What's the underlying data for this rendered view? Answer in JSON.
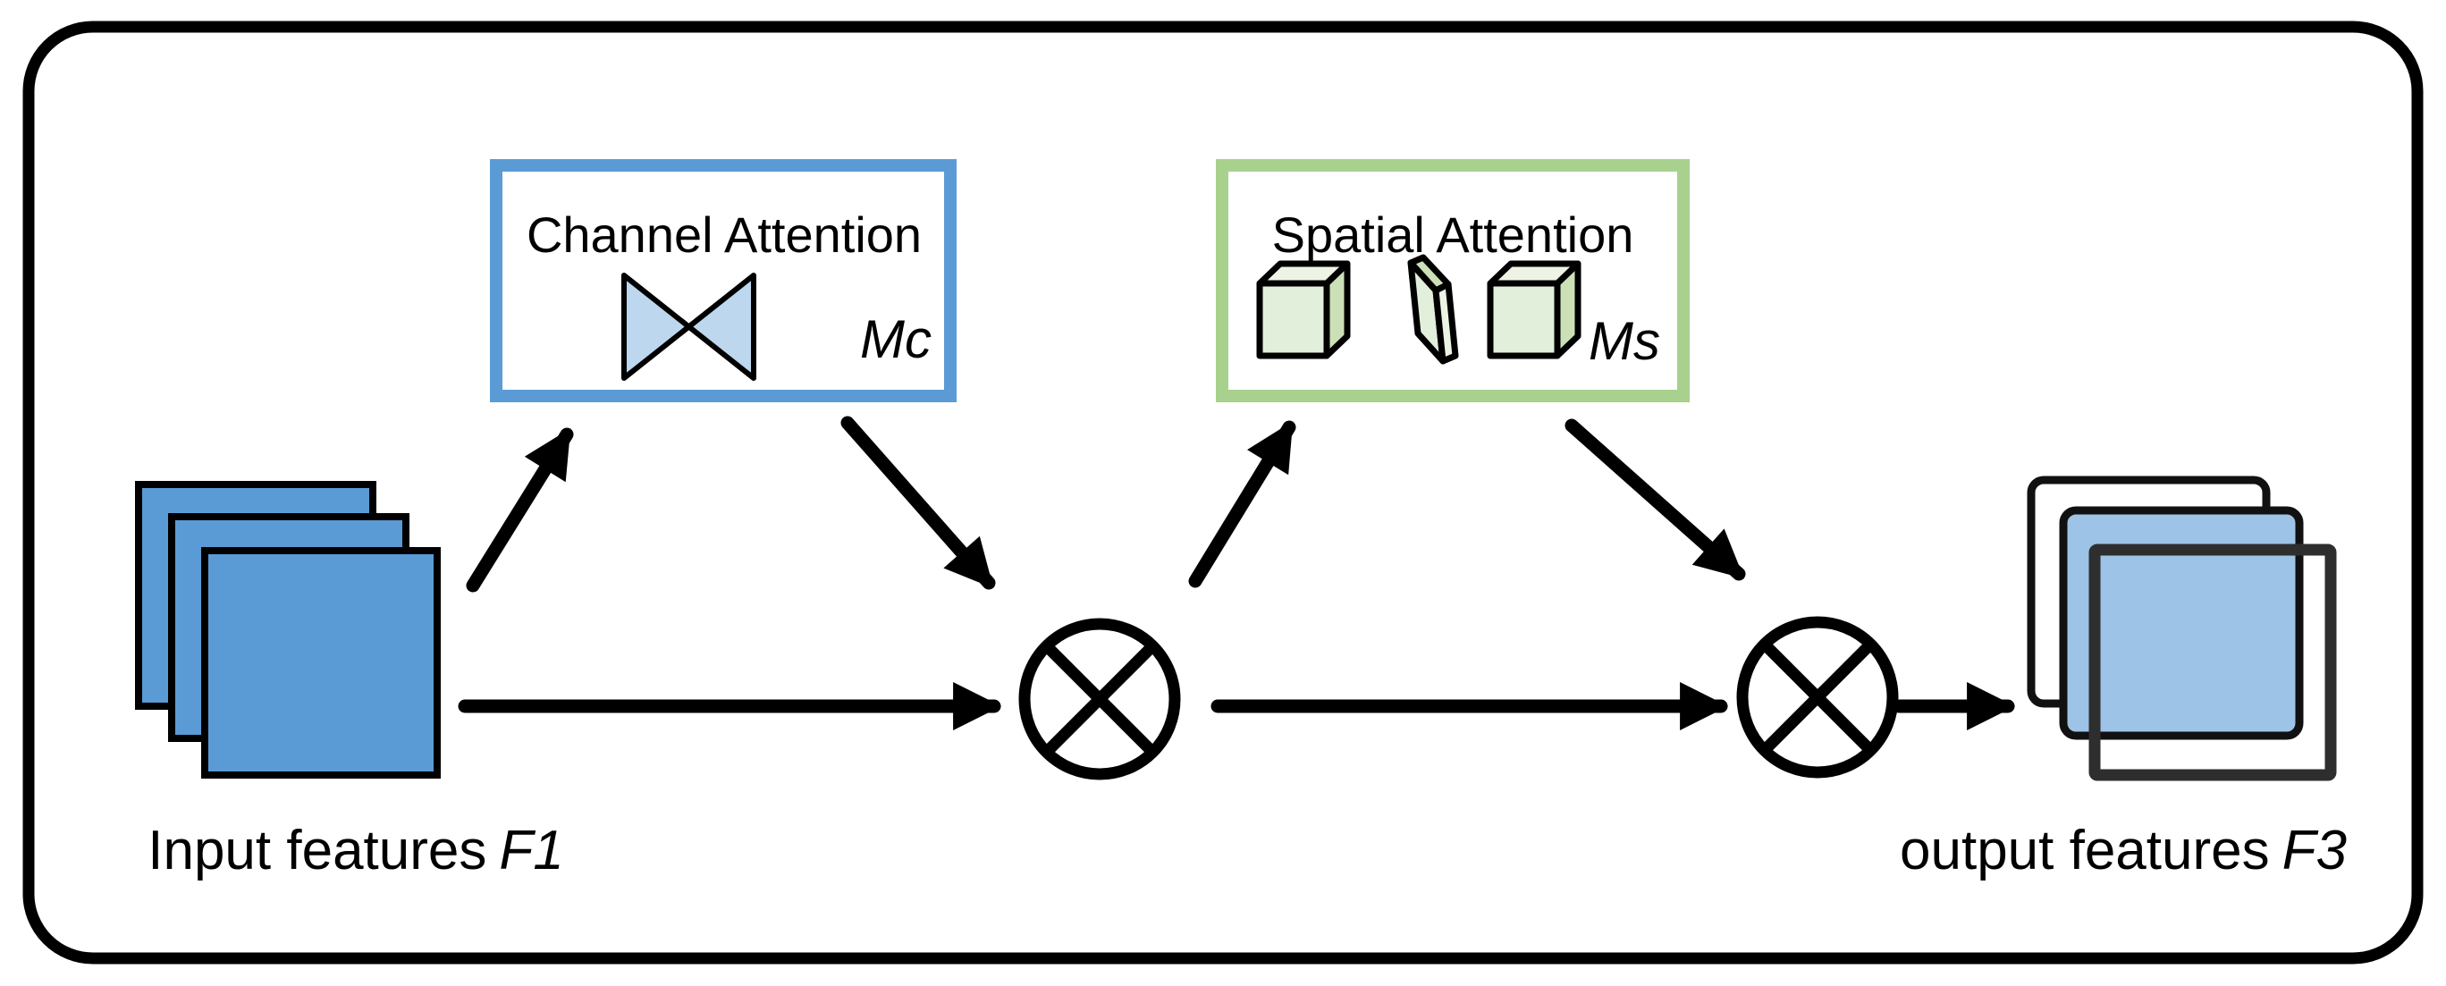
{
  "figure": {
    "input": {
      "label_prefix": "Input features",
      "label_var": "F1"
    },
    "output": {
      "label_prefix": "output features",
      "label_var": "F3"
    },
    "channel_attention": {
      "title": "Channel Attention",
      "mask_var": "Mc"
    },
    "spatial_attention": {
      "title": "Spatial Attention",
      "mask_var": "Ms"
    }
  },
  "icons": {
    "multiply_op": "circled-x-elementwise-multiply-icon",
    "channel_attention": "bowtie-icon",
    "spatial_attention": "3d-cube-icons"
  },
  "colors": {
    "feature_map_blue": "#5B9BD5",
    "channel_box_border": "#5B9BD5",
    "bowtie_fill": "#BDD7EE",
    "spatial_box_border": "#A9D18E",
    "cube_face_front": "#E2EFDA",
    "cube_face_top": "#EDF4E5",
    "cube_face_side": "#CCE0B8",
    "output_map_fill": "#9DC3E6",
    "arrow_black": "#000000"
  }
}
